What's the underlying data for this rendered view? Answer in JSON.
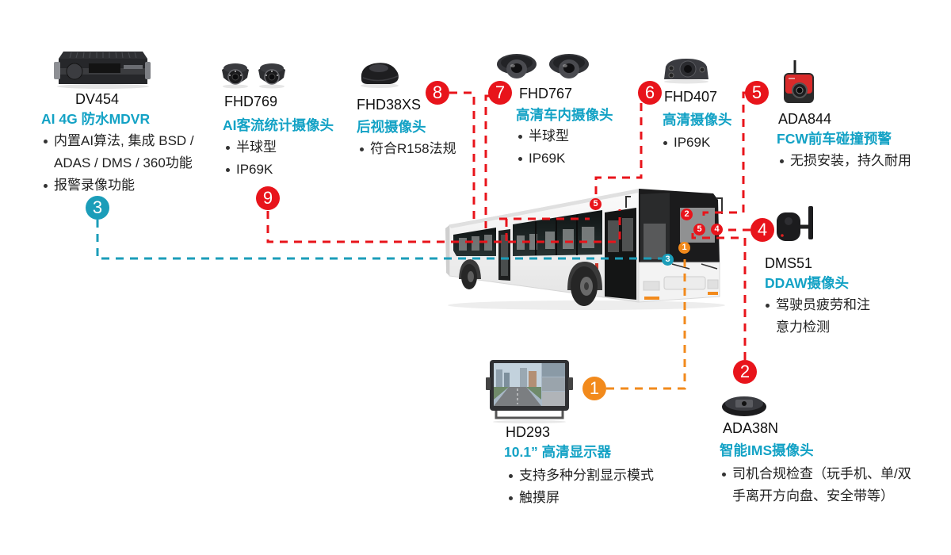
{
  "colors": {
    "title_cyan": "#13a2c5",
    "badge_red": "#e8141b",
    "badge_orange": "#f28a1c",
    "badge_teal": "#1b9db9",
    "text": "#222222"
  },
  "products": [
    {
      "badge": "3",
      "model": "DV454",
      "title": "AI 4G 防水MDVR",
      "bullets": [
        [
          "内置AI算法, 集成 BSD /",
          "ADAS / DMS / 360功能"
        ],
        [
          "报警录像功能"
        ]
      ]
    },
    {
      "badge": "9",
      "model": "FHD769",
      "title": "AI客流统计摄像头",
      "bullets": [
        [
          "半球型"
        ],
        [
          "IP69K"
        ]
      ]
    },
    {
      "badge": "8",
      "model": "FHD38XS",
      "title": "后视摄像头",
      "bullets": [
        [
          "符合R158法规"
        ]
      ]
    },
    {
      "badge": "7",
      "model": "FHD767",
      "title": "高清车内摄像头",
      "bullets": [
        [
          "半球型"
        ],
        [
          "IP69K"
        ]
      ]
    },
    {
      "badge": "6",
      "model": "FHD407",
      "title": "高清摄像头",
      "bullets": [
        [
          "IP69K"
        ]
      ]
    },
    {
      "badge": "5",
      "model": "ADA844",
      "title": "FCW前车碰撞预警",
      "bullets": [
        [
          "无损安装，持久耐用"
        ]
      ]
    },
    {
      "badge": "4",
      "model": "DMS51",
      "title": "DDAW摄像头",
      "bullets": [
        [
          "驾驶员疲劳和注",
          "意力检测"
        ]
      ]
    },
    {
      "badge": "2",
      "model": "ADA38N",
      "title": "智能IMS摄像头",
      "bullets": [
        [
          "司机合规检查（玩手机、单/双",
          "手离开方向盘、安全带等）"
        ]
      ]
    },
    {
      "badge": "1",
      "model": "HD293",
      "title": "10.1” 高清显示器",
      "bullets": [
        [
          "支持多种分割显示模式"
        ],
        [
          "触摸屏"
        ]
      ]
    }
  ],
  "bus_markers": [
    {
      "label": "5"
    },
    {
      "label": "2"
    },
    {
      "label": "5"
    },
    {
      "label": "4"
    },
    {
      "label": "1"
    },
    {
      "label": "3"
    }
  ]
}
